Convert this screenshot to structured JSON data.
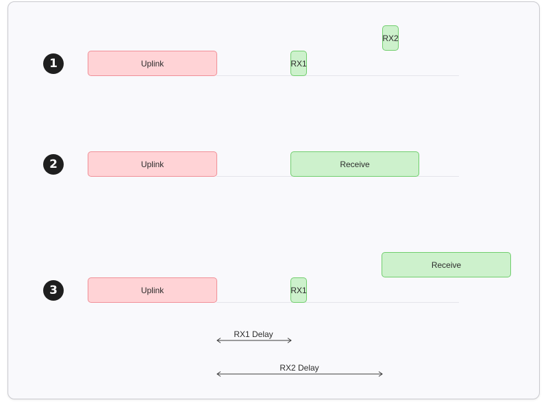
{
  "rows": [
    {
      "number": "1",
      "uplink": "Uplink",
      "rx1": "RX1",
      "rx2": "RX2"
    },
    {
      "number": "2",
      "uplink": "Uplink",
      "receive": "Receive"
    },
    {
      "number": "3",
      "uplink": "Uplink",
      "rx1": "RX1",
      "receive": "Receive"
    }
  ],
  "delays": {
    "rx1": "RX1 Delay",
    "rx2": "RX2 Delay"
  },
  "colors": {
    "uplink_fill": "#ffd3d6",
    "uplink_border": "#f08e96",
    "receive_fill": "#cdf1cc",
    "receive_border": "#6fcd6c",
    "badge": "#1f1f1f"
  }
}
